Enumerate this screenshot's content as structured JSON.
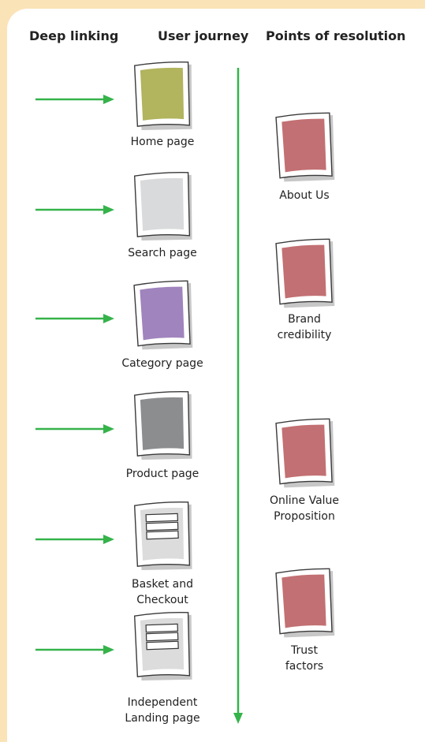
{
  "headings": {
    "deep_linking": "Deep linking",
    "user_journey": "User journey",
    "points_of_resolution": "Points of resolution"
  },
  "journey_pages": [
    {
      "lines": [
        "Home page"
      ],
      "color": "#b2b45e",
      "kind": "plain"
    },
    {
      "lines": [
        "Search page"
      ],
      "color": "#d9dadb",
      "kind": "plain"
    },
    {
      "lines": [
        "Category page"
      ],
      "color": "#a084bd",
      "kind": "plain"
    },
    {
      "lines": [
        "Product page"
      ],
      "color": "#8c8d8f",
      "kind": "plain"
    },
    {
      "lines": [
        "Basket and",
        "Checkout"
      ],
      "color": "#dcdcdc",
      "kind": "form"
    },
    {
      "lines": [
        "Independent",
        "Landing page"
      ],
      "color": "#dcdcdc",
      "kind": "form"
    }
  ],
  "resolution_pages": [
    {
      "lines": [
        "About Us"
      ],
      "color": "#c27073"
    },
    {
      "lines": [
        "Brand",
        "credibility"
      ],
      "color": "#c27073"
    },
    {
      "lines": [
        "Online Value",
        "Proposition"
      ],
      "color": "#c27073"
    },
    {
      "lines": [
        "Trust",
        "factors"
      ],
      "color": "#c27073"
    }
  ],
  "colors": {
    "arrow": "#35b34a",
    "border": "#fbe3b8"
  }
}
